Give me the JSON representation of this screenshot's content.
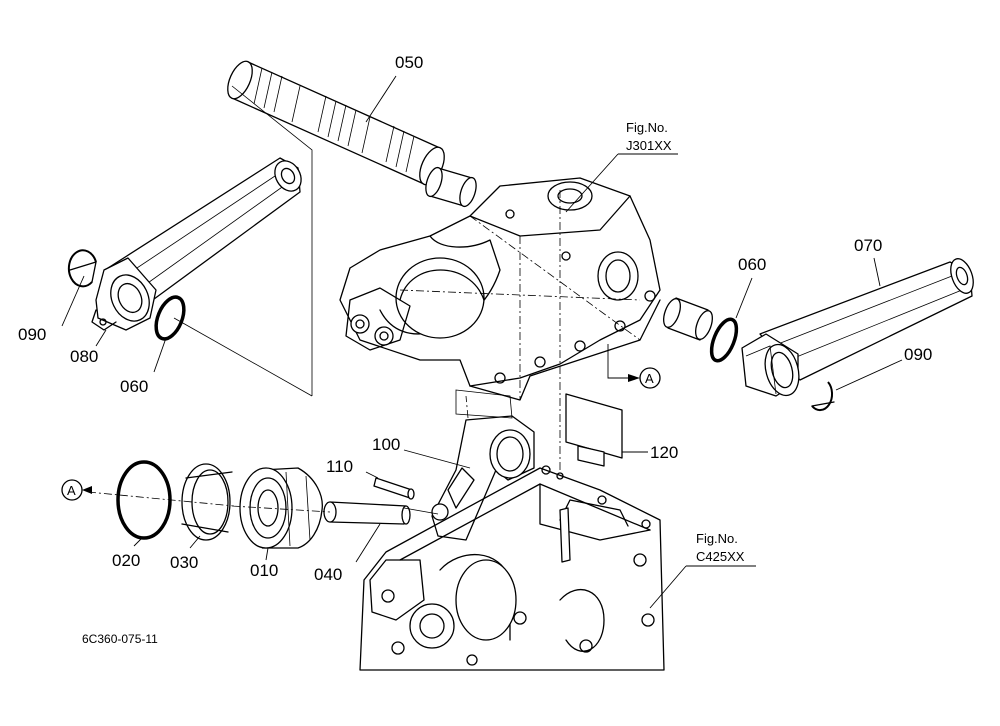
{
  "parts": {
    "p050": "050",
    "p070": "070",
    "p060_left": "060",
    "p060_right": "060",
    "p090_left": "090",
    "p090_right": "090",
    "p080": "080",
    "p100": "100",
    "p110": "110",
    "p120": "120",
    "p020": "020",
    "p030": "030",
    "p010": "010",
    "p040": "040"
  },
  "refs": {
    "top_fig_label": "Fig.No.",
    "top_fig_code": "J301XX",
    "bottom_fig_label": "Fig.No.",
    "bottom_fig_code": "C425XX",
    "marker_a": "A",
    "marker_a_2": "A"
  },
  "footer": {
    "drawing_id": "6C360-075-11"
  }
}
